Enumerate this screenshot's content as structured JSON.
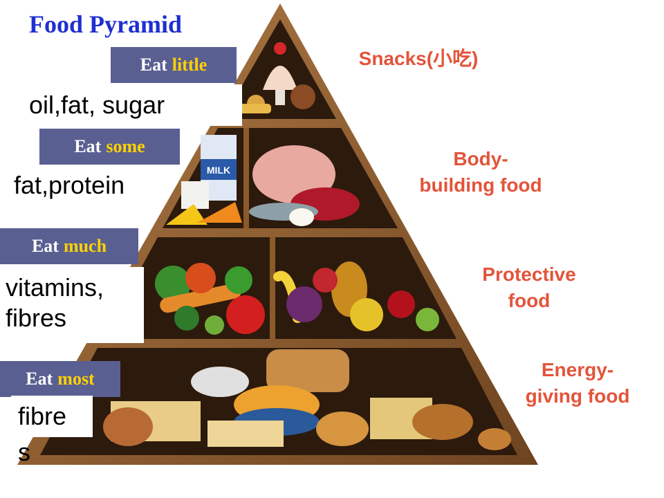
{
  "title": "Food Pyramid",
  "levels": [
    {
      "eat_word": "Eat",
      "eat_amount": "little",
      "note_lines": [
        "oil,fat, sugar"
      ],
      "category_lines": [
        "Snacks(小吃)"
      ]
    },
    {
      "eat_word": "Eat",
      "eat_amount": "some",
      "note_lines": [
        "fat,protein"
      ],
      "category_lines": [
        "Body-",
        "building food"
      ]
    },
    {
      "eat_word": "Eat",
      "eat_amount": "much",
      "note_lines": [
        "vitamins,",
        "fibres"
      ],
      "category_lines": [
        "Protective",
        "food"
      ]
    },
    {
      "eat_word": "Eat",
      "eat_amount": "most",
      "note_lines": [
        "fibre",
        "s"
      ],
      "category_lines": [
        "Energy-",
        "giving food"
      ]
    }
  ],
  "colors": {
    "title": "#1f2fd1",
    "tag_bg": "#5a5f92",
    "tag_highlight": "#ffd200",
    "category_text": "#e3543a",
    "shelf_wood": "#8b5a2b"
  }
}
